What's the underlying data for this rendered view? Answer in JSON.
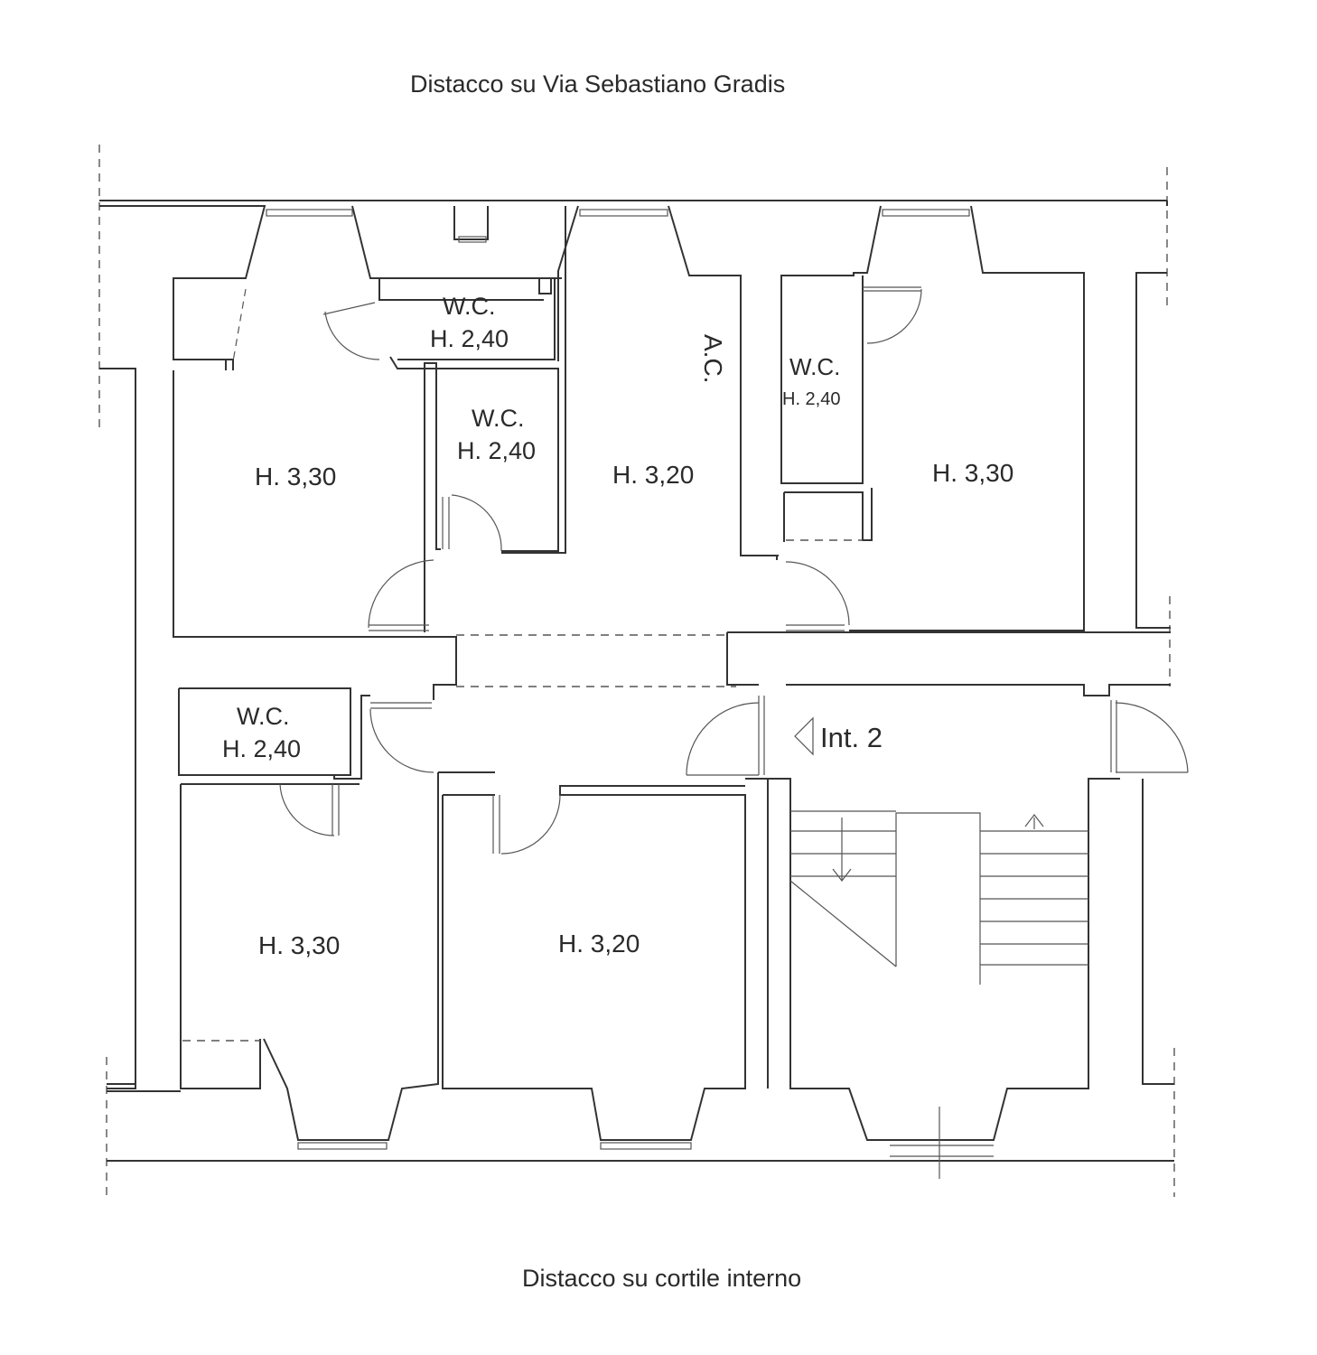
{
  "captions": {
    "top": "Distacco su Via Sebastiano Gradis",
    "bottom": "Distacco su cortile interno"
  },
  "rooms": {
    "top_left_room": "H. 3,30",
    "top_wc_1_name": "W.C.",
    "top_wc_1_height": "H. 2,40",
    "top_wc_2_name": "W.C.",
    "top_wc_2_height": "H. 2,40",
    "top_center_room": "H. 3,20",
    "air_shaft": "A.C.",
    "top_wc_3_name": "W.C.",
    "top_wc_3_height": "H. 2,40",
    "top_right_room": "H. 3,30",
    "bottom_wc_name": "W.C.",
    "bottom_wc_height": "H. 2,40",
    "bottom_left_room": "H. 3,30",
    "bottom_center_room": "H. 3,20"
  },
  "entrance": {
    "label": "Int. 2"
  },
  "colors": {
    "line": "#333333",
    "text": "#2a2a2a"
  }
}
